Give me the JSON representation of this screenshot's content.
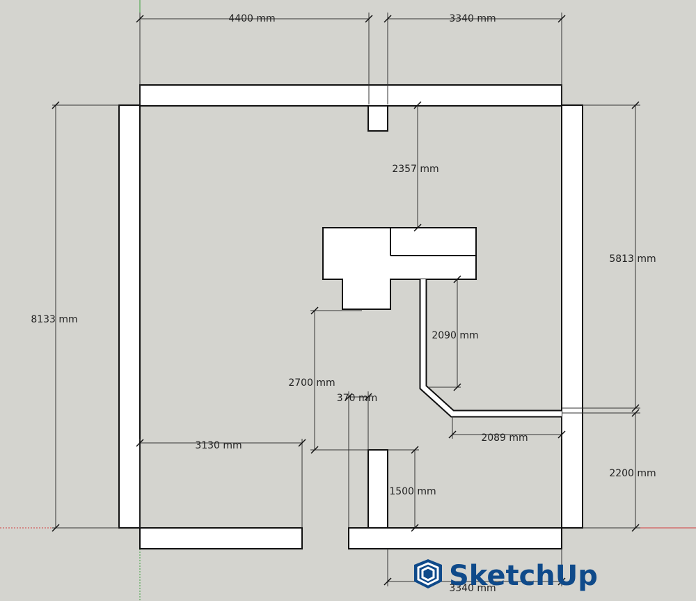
{
  "dimensions": {
    "top_left": "4400 mm",
    "top_right": "3340 mm",
    "left_height": "8133 mm",
    "right_upper": "5813 mm",
    "right_lower": "2200 mm",
    "from_top_to_block": "2357 mm",
    "duct_vertical": "2090 mm",
    "duct_horizontal": "2089 mm",
    "diag_height": "2700 mm",
    "opening_width": "370 mm",
    "bottom_left": "3130 mm",
    "pillar_height": "1500 mm",
    "bottom_right": "3340 mm"
  },
  "logo": {
    "name": "SketchUp",
    "icon": "sketchup-logo-icon",
    "color": "#0f4a8a"
  },
  "colors": {
    "background": "#d4d4cf",
    "wall_fill": "#ffffff",
    "axis_red": "#d23c3c",
    "axis_green": "#3ca03c"
  }
}
